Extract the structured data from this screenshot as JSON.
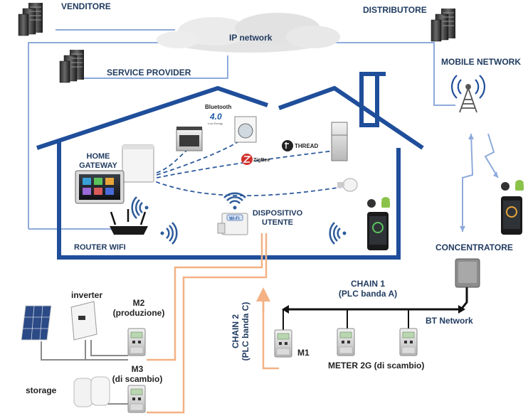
{
  "labels": {
    "venditore": "VENDITORE",
    "distributore": "DISTRIBUTORE",
    "ip_network": "IP network",
    "service_provider": "SERVICE PROVIDER",
    "mobile_network": "MOBILE NETWORK",
    "home_gateway_line1": "HOME",
    "home_gateway_line2": "GATEWAY",
    "router_wifi": "ROUTER WIFI",
    "dispositivo_line1": "DISPOSITIVO",
    "dispositivo_line2": "UTENTE",
    "concentratore": "CONCENTRATORE",
    "chain1_line1": "CHAIN 1",
    "chain1_line2": "(PLC banda A)",
    "chain2_line1": "CHAIN 2",
    "chain2_line2": "(PLC banda C)",
    "bt_network": "BT Network",
    "inverter": "inverter",
    "m2_line1": "M2",
    "m2_line2": "(produzione)",
    "m3_line1": "M3",
    "m3_line2": "(di scambio)",
    "storage": "storage",
    "m1": "M1",
    "meter_2g": "METER 2G  (di scambio)"
  },
  "logos": {
    "bluetooth_name": "Bluetooth",
    "bluetooth_version": "4.0",
    "bluetooth_sub": "Low Energy",
    "zigbee": "ZigBee",
    "thread": "THREAD",
    "wifi_badge": "Wi-Fi"
  },
  "icons": [
    "server-icon",
    "cloud-icon",
    "cell-tower-icon",
    "house-outline",
    "gateway-icon",
    "tablet-icon",
    "router-icon",
    "wifi-icon",
    "oven-icon",
    "washing-machine-icon",
    "fridge-icon",
    "light-bulb-icon",
    "smartphone-icon",
    "apple-icon",
    "android-icon",
    "solar-panel-icon",
    "inverter-icon",
    "meter-icon",
    "battery-icon",
    "concentrator-icon"
  ],
  "colors": {
    "house": "#1f4e9a",
    "ip_links": "#8eaadb",
    "plc_chain2": "#f4b183",
    "bt_network": "#111111",
    "grid_lines": "#808080",
    "wireless_dash": "#2e5c9a"
  }
}
